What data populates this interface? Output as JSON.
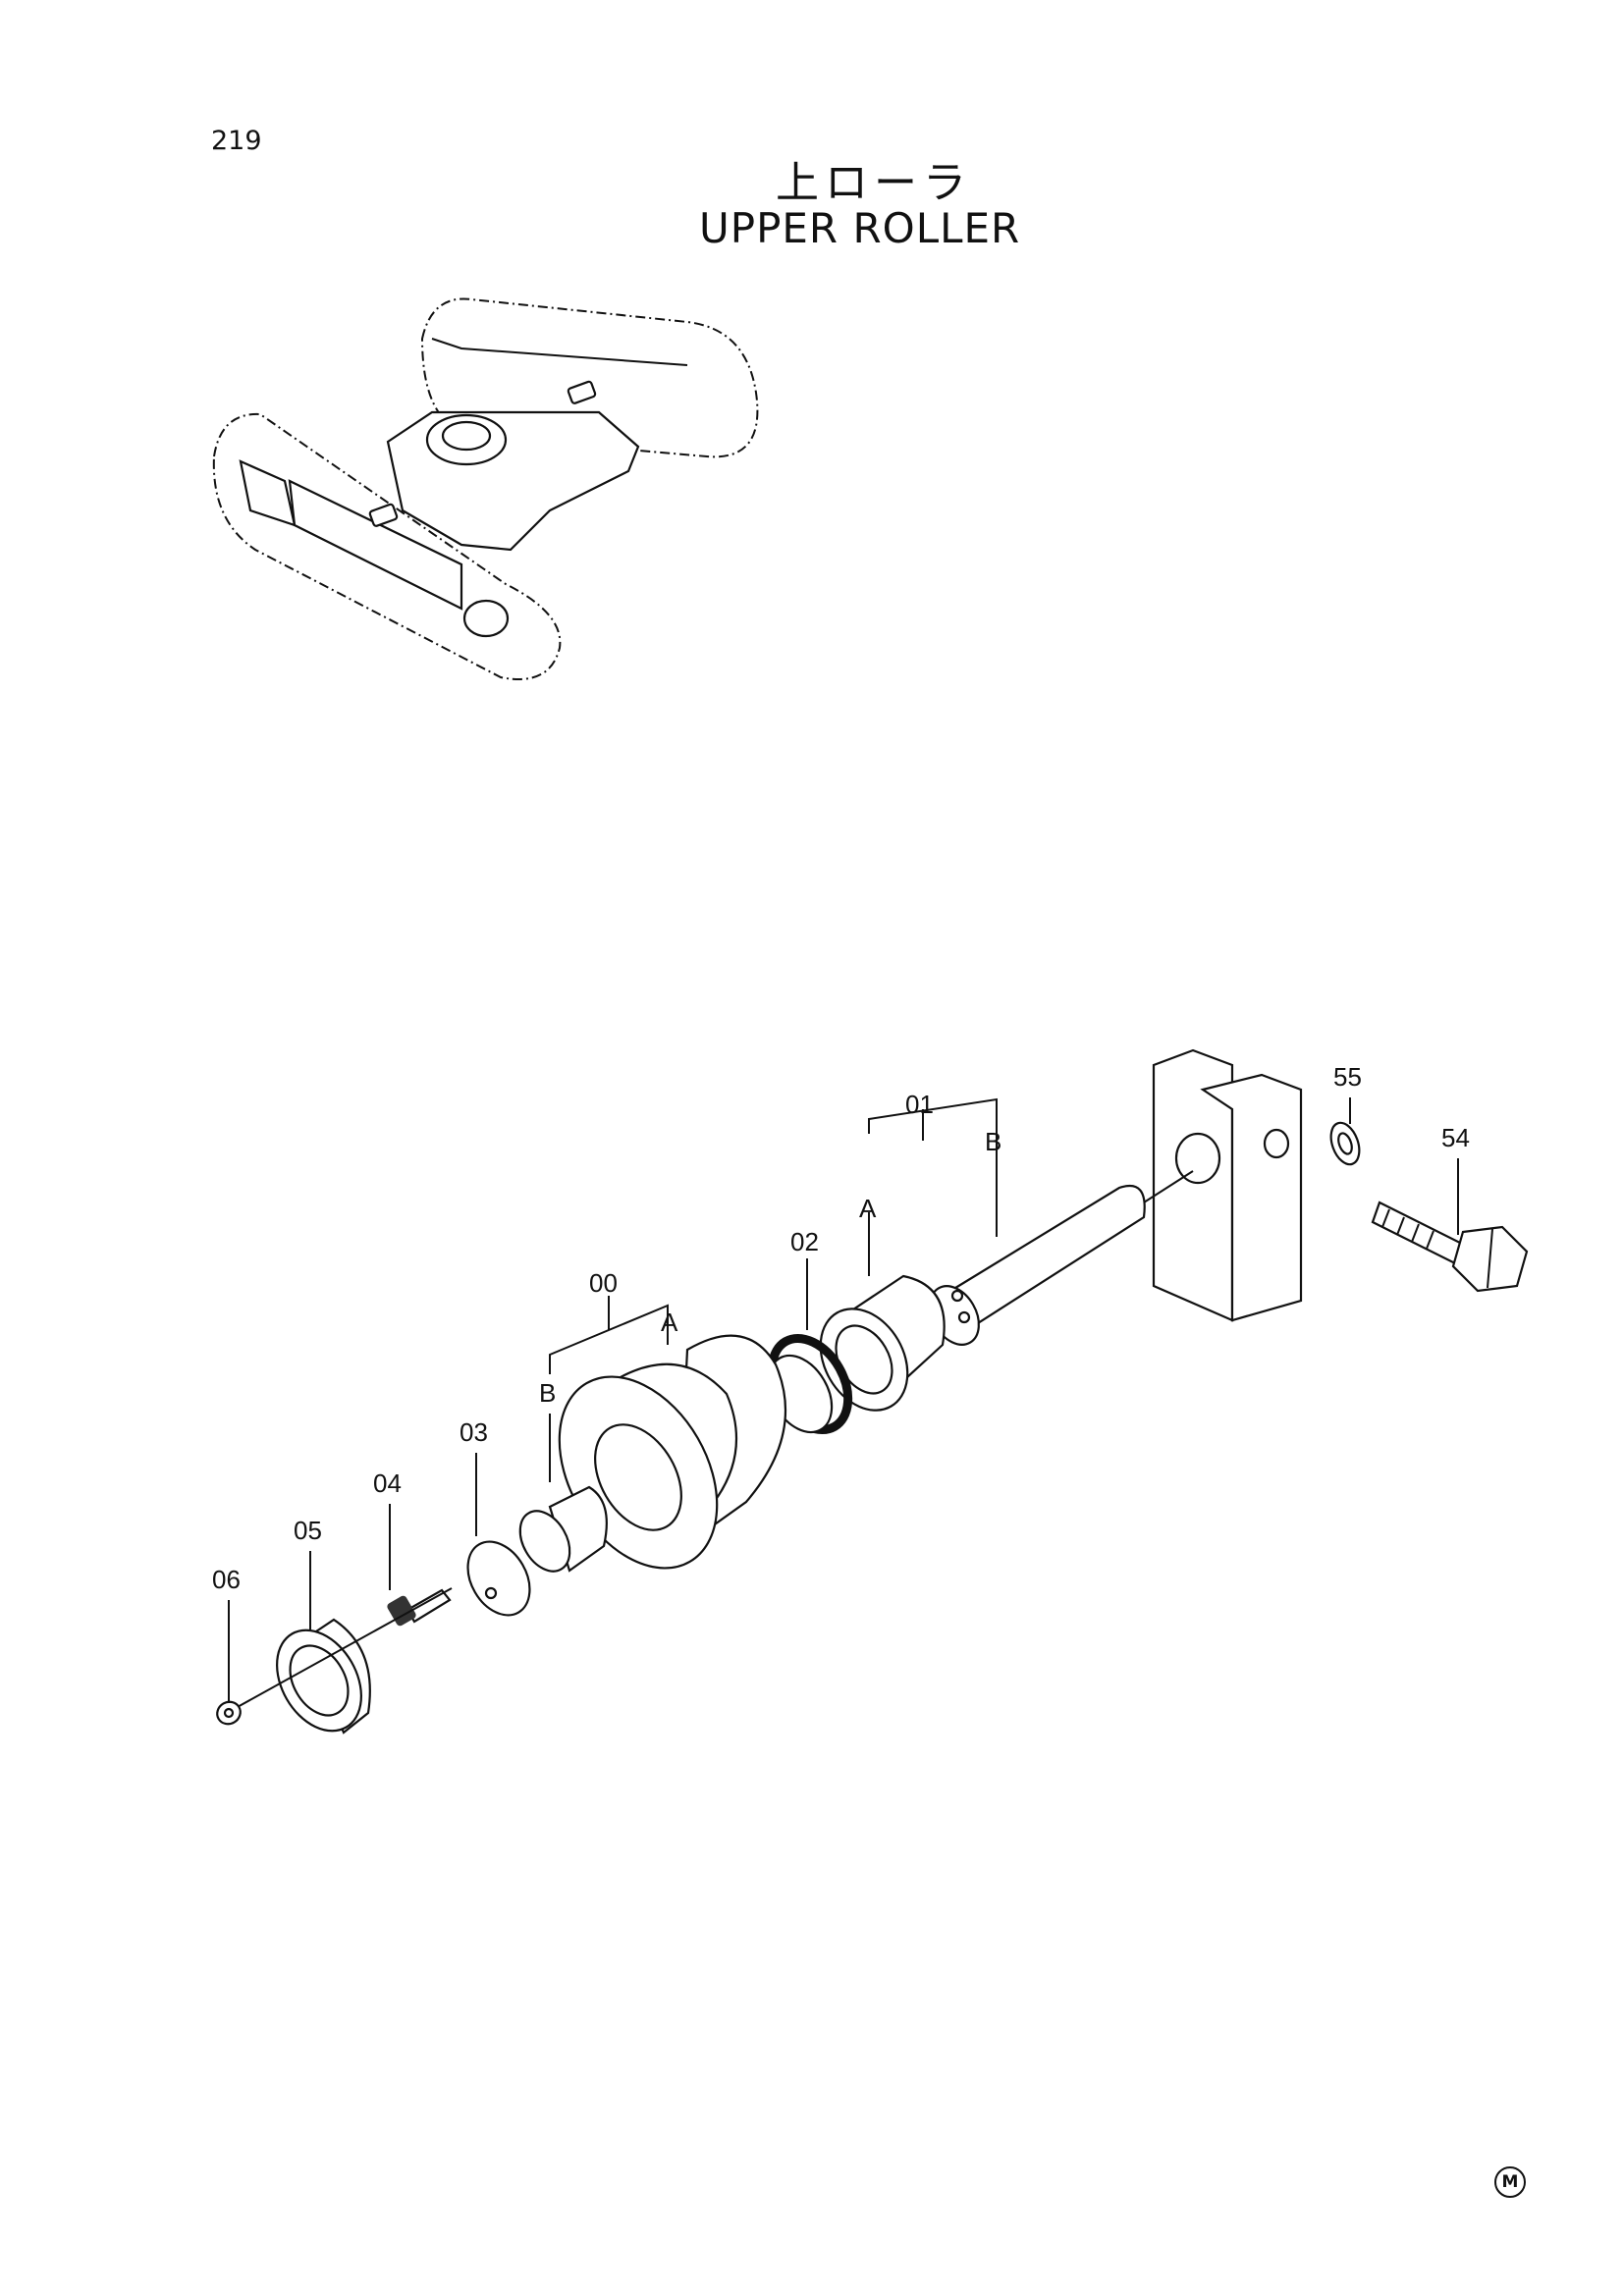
{
  "page_number": "219",
  "title_jp": "上ローラ",
  "title_en": "UPPER ROLLER",
  "mark": "M",
  "callouts": {
    "p00": "00",
    "p00a": "A",
    "p00b": "B",
    "p01": "01",
    "p01a": "A",
    "p01b": "B",
    "p02": "02",
    "p03": "03",
    "p04": "04",
    "p05": "05",
    "p06": "06",
    "p54": "54",
    "p55": "55"
  }
}
